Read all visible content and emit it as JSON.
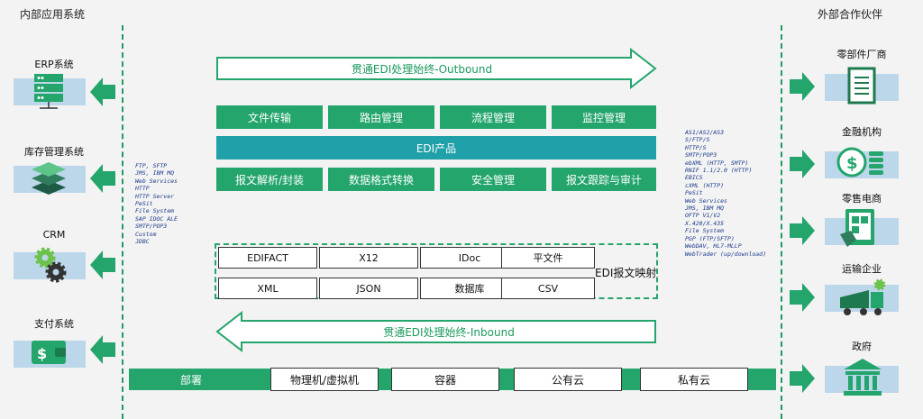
{
  "left_title": "内部应用系统",
  "right_title": "外部合作伙伴",
  "internal_systems": [
    {
      "label": "ERP系统",
      "icon": "server-rack-icon"
    },
    {
      "label": "库存管理系统",
      "icon": "stacked-layers-icon"
    },
    {
      "label": "CRM",
      "icon": "gears-icon"
    },
    {
      "label": "支付系统",
      "icon": "wallet-dollar-icon"
    }
  ],
  "partners": [
    {
      "label": "零部件厂商",
      "icon": "document-icon"
    },
    {
      "label": "金融机构",
      "icon": "coins-icon"
    },
    {
      "label": "零售电商",
      "icon": "tablet-touch-icon"
    },
    {
      "label": "运输企业",
      "icon": "truck-icon"
    },
    {
      "label": "政府",
      "icon": "government-building-icon"
    }
  ],
  "outbound_label": "贯通EDI处理始终-Outbound",
  "inbound_label": "贯通EDI处理始终-Inbound",
  "top_modules": [
    "文件传输",
    "路由管理",
    "流程管理",
    "监控管理"
  ],
  "product_label": "EDI产品",
  "bottom_modules": [
    "报文解析/封装",
    "数据格式转换",
    "安全管理",
    "报文跟踪与审计"
  ],
  "formats_row1": [
    "EDIFACT",
    "X12",
    "IDoc",
    "平文件"
  ],
  "formats_row2": [
    "XML",
    "JSON",
    "数据库",
    "CSV"
  ],
  "mapping_label": "EDI报文映射",
  "deploy_label": "部署",
  "deploy_options": [
    "物理机/虚拟机",
    "容器",
    "公有云",
    "私有云"
  ],
  "left_protocols": [
    "FTP, SFTP",
    "JMS, IBM MQ",
    "Web Services",
    "HTTP",
    "HTTP Server",
    "PeSit",
    "File System",
    "SAP IDOC ALE",
    "SMTP/POP3",
    "Custom",
    "JDBC"
  ],
  "right_protocols": [
    "AS1/AS2/AS3",
    "S/FTP/S",
    "HTTP/S",
    "SMTP/POP3",
    "ebXML (HTTP, SMTP)",
    "RNIF 1.1/2.0 (HTTP)",
    "EBICS",
    "cXML (HTTP)",
    "PeSit",
    "Web Services",
    "JMS, IBM MQ",
    "OFTP V1/V2",
    "X.420/X.435",
    "File System",
    "PGP (FTP/SFTP)",
    "WebDAV, HL7-MLLP",
    "WebTrader (up/download)"
  ],
  "colors": {
    "green": "#23a56c",
    "teal": "#20a0a8",
    "band": "#bcd6ea",
    "arrow_text": "#1a9a5c"
  }
}
